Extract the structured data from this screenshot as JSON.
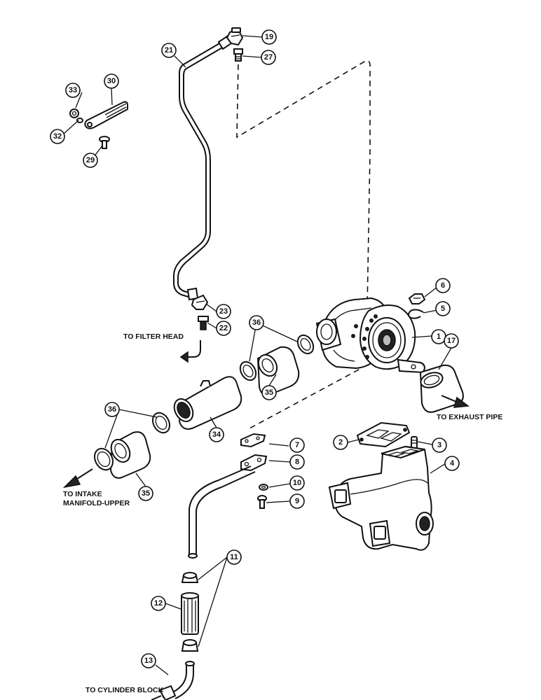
{
  "callouts": {
    "c1": "1",
    "c2": "2",
    "c3": "3",
    "c4": "4",
    "c5": "5",
    "c6": "6",
    "c7": "7",
    "c8": "8",
    "c9": "9",
    "c10": "10",
    "c11": "11",
    "c12": "12",
    "c13": "13",
    "c17": "17",
    "c19": "19",
    "c21": "21",
    "c22": "22",
    "c23": "23",
    "c27": "27",
    "c29": "29",
    "c30": "30",
    "c32": "32",
    "c33": "33",
    "c34": "34",
    "c35a": "35",
    "c35b": "35",
    "c36a": "36",
    "c36b": "36"
  },
  "destinations": {
    "filter_head": "TO FILTER HEAD",
    "exhaust_pipe": "TO EXHAUST PIPE",
    "intake_line1": "TO INTAKE",
    "intake_line2": "MANIFOLD-UPPER",
    "cylinder_block": "TO CYLINDER BLOCK"
  }
}
